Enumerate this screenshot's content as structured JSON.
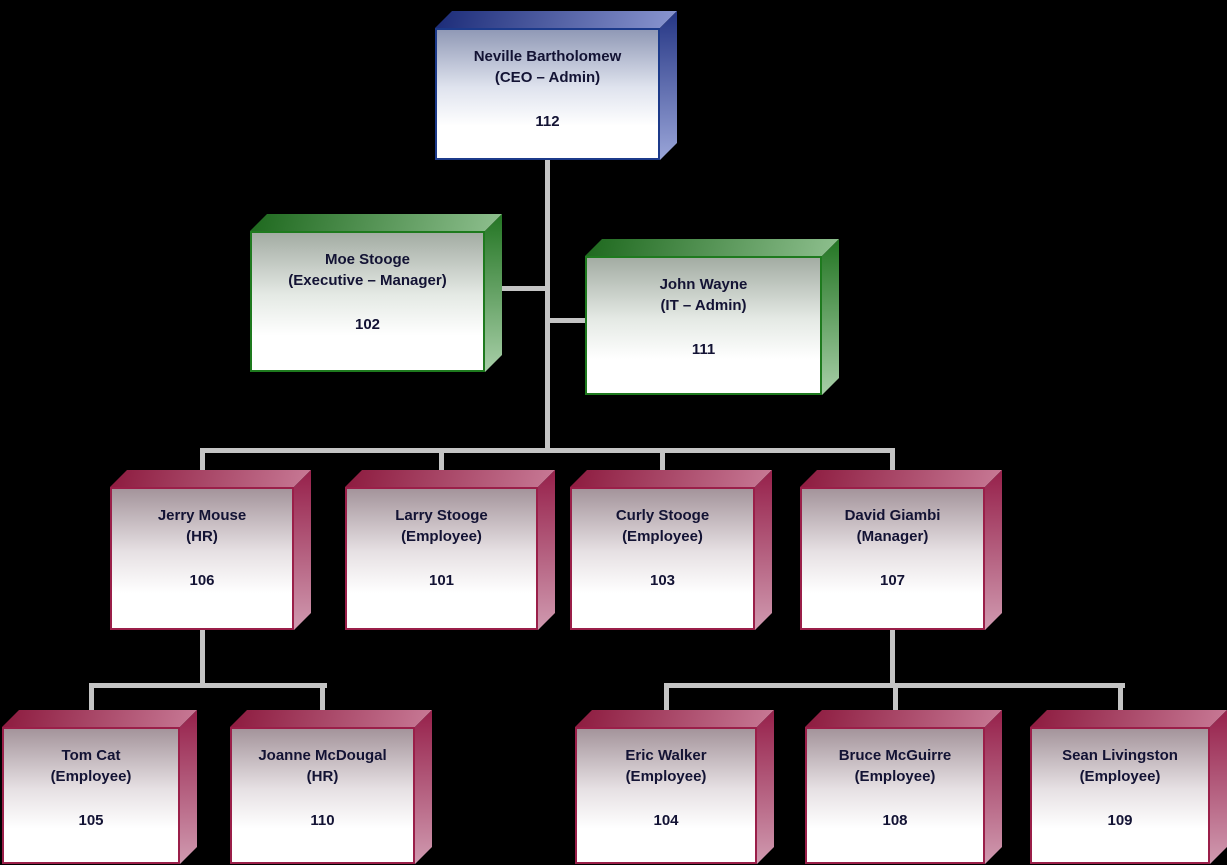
{
  "diagram": {
    "type": "org-chart",
    "background_color": "#000000",
    "connector_color": "#c4c4c4",
    "level_colors": {
      "executive": "#1c3a8a",
      "management": "#1e7a1e",
      "staff": "#9a1f49"
    }
  },
  "nodes": [
    {
      "name": "Neville Bartholomew",
      "title": "(CEO – Admin)",
      "id": "112",
      "level": "executive",
      "reports_to": null
    },
    {
      "name": "Moe Stooge",
      "title": "(Executive – Manager)",
      "id": "102",
      "level": "management",
      "reports_to": "112"
    },
    {
      "name": "John Wayne",
      "title": "(IT – Admin)",
      "id": "111",
      "level": "management",
      "reports_to": "112"
    },
    {
      "name": "Jerry Mouse",
      "title": "(HR)",
      "id": "106",
      "level": "staff",
      "reports_to": "112"
    },
    {
      "name": "Larry Stooge",
      "title": "(Employee)",
      "id": "101",
      "level": "staff",
      "reports_to": "112"
    },
    {
      "name": "Curly Stooge",
      "title": "(Employee)",
      "id": "103",
      "level": "staff",
      "reports_to": "112"
    },
    {
      "name": "David Giambi",
      "title": "(Manager)",
      "id": "107",
      "level": "staff",
      "reports_to": "112"
    },
    {
      "name": "Tom Cat",
      "title": "(Employee)",
      "id": "105",
      "level": "staff",
      "reports_to": "106"
    },
    {
      "name": "Joanne McDougal",
      "title": "(HR)",
      "id": "110",
      "level": "staff",
      "reports_to": "106"
    },
    {
      "name": "Eric Walker",
      "title": "(Employee)",
      "id": "104",
      "level": "staff",
      "reports_to": "107"
    },
    {
      "name": "Bruce McGuirre",
      "title": "(Employee)",
      "id": "108",
      "level": "staff",
      "reports_to": "107"
    },
    {
      "name": "Sean Livingston",
      "title": "(Employee)",
      "id": "109",
      "level": "staff",
      "reports_to": "107"
    }
  ]
}
